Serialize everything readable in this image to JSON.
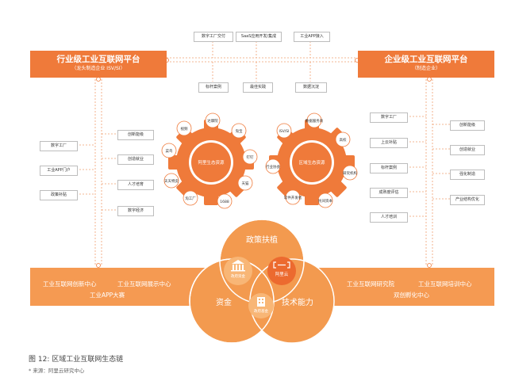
{
  "top_boxes": [
    "数字工厂交付",
    "SaaS应用开发/集成",
    "工业APP接入"
  ],
  "mid_boxes": [
    "标杆案例",
    "最佳实践",
    "数据沉淀"
  ],
  "left_platform": {
    "title": "行业级工业互联网平台",
    "subtitle": "（龙头制造企业  ISV/SI）"
  },
  "right_platform": {
    "title": "企业级工业互联网平台",
    "subtitle": "（制造企业）"
  },
  "left_col_a": [
    "数字工厂",
    "工业APP门户",
    "政策补贴"
  ],
  "left_col_b": [
    "创新能级",
    "创造就业",
    "人才培育",
    "数字经济"
  ],
  "right_col_a": [
    "数字工厂",
    "上云补贴",
    "标杆案例",
    "成熟度评估",
    "人才培训"
  ],
  "right_col_b": [
    "创新能级",
    "创造就业",
    "强化制造",
    "产业结构优化"
  ],
  "gear_left": {
    "center": "阿里生态资源",
    "labels": [
      "阿里生态资源",
      "钉钉",
      "达摩院",
      "淘宝",
      "天猫",
      "1688",
      "淘工厂",
      "天天特卖",
      "菜鸟",
      "视频"
    ]
  },
  "gear_right": {
    "center": "区域生态资源",
    "labels": [
      "区域生态资源",
      "数据服务商",
      "高校",
      "研究机构",
      "民间资本",
      "软件开发者",
      "行业协会",
      "ISV/SI"
    ]
  },
  "venn": {
    "top": "政策扶植",
    "left": "资金",
    "right": "技术能力",
    "c1": "政府资金",
    "c2": "阿里云",
    "c3": "政府基金"
  },
  "bottom_left": [
    "工业互联网创新中心",
    "工业互联网展示中心",
    "工业APP大赛"
  ],
  "bottom_right": [
    "工业互联网研究院",
    "工业互联网培训中心",
    "双创孵化中心"
  ],
  "caption": "图 12: 区域工业互联网生态链",
  "source": "* 来源：阿里云研究中心",
  "colors": {
    "orange": "#ef7a3a",
    "light_orange": "#f59a52"
  }
}
